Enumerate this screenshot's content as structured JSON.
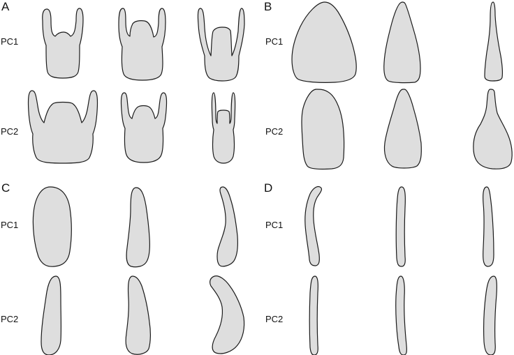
{
  "panels": [
    {
      "letter": "A",
      "rows": [
        "PC1",
        "PC2"
      ]
    },
    {
      "letter": "B",
      "rows": [
        "PC1",
        "PC2"
      ]
    },
    {
      "letter": "C",
      "rows": [
        "PC1",
        "PC2"
      ]
    },
    {
      "letter": "D",
      "rows": [
        "PC1",
        "PC2"
      ]
    }
  ],
  "colors": {
    "shape_fill": "#dedede",
    "outline": "#1a1a1a",
    "text": "#111111"
  }
}
